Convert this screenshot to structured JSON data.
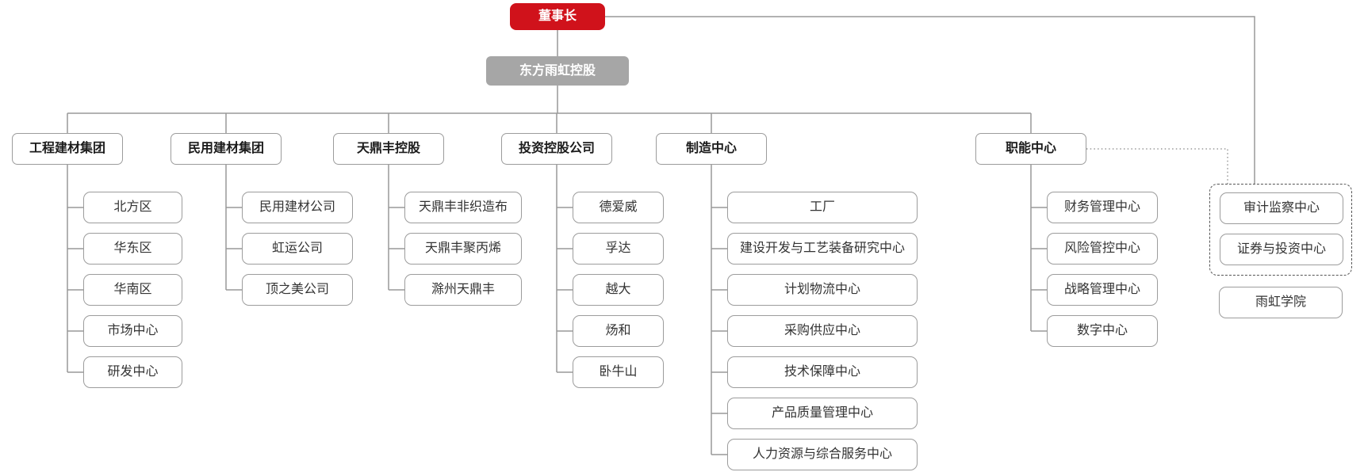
{
  "org": {
    "root": "董事长",
    "holding": "东方雨虹控股",
    "branches": [
      {
        "label": "工程建材集团",
        "children": [
          "北方区",
          "华东区",
          "华南区",
          "市场中心",
          "研发中心"
        ]
      },
      {
        "label": "民用建材集团",
        "children": [
          "民用建材公司",
          "虹运公司",
          "顶之美公司"
        ]
      },
      {
        "label": "天鼎丰控股",
        "children": [
          "天鼎丰非织造布",
          "天鼎丰聚丙烯",
          "滁州天鼎丰"
        ]
      },
      {
        "label": "投资控股公司",
        "children": [
          "德爱威",
          "孚达",
          "越大",
          "炀和",
          "卧牛山"
        ]
      },
      {
        "label": "制造中心",
        "children": [
          "工厂",
          "建设开发与工艺装备研究中心",
          "计划物流中心",
          "采购供应中心",
          "技术保障中心",
          "产品质量管理中心",
          "人力资源与综合服务中心"
        ]
      },
      {
        "label": "职能中心",
        "children": [
          "财务管理中心",
          "风险管控中心",
          "战略管理中心",
          "数字中心"
        ]
      }
    ],
    "chairman_direct_group": [
      "审计监察中心",
      "证券与投资中心"
    ],
    "standalone": "雨虹学院"
  },
  "colors": {
    "chairman_bg": "#d0121b",
    "holding_bg": "#a6a6a6",
    "node_border": "#9c9c9c",
    "line": "#999999",
    "dashed_border": "#555555",
    "text": "#333333"
  }
}
